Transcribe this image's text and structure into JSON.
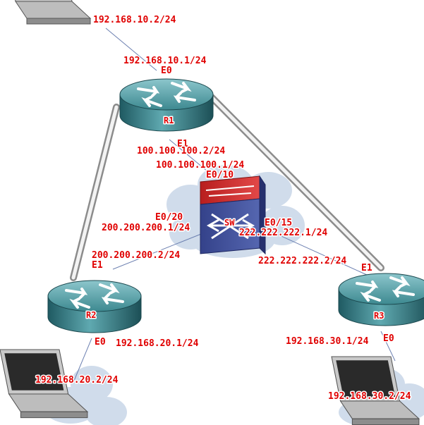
{
  "colors": {
    "label": "#e00000",
    "router": "#3f8a92",
    "switch_top": "#d52a2a",
    "switch_body": "#3b4a92",
    "cloud": "#c8d6e8"
  },
  "devices": {
    "r1": "R1",
    "r2": "R2",
    "r3": "R3",
    "sw": "SW"
  },
  "labels": {
    "pc1_ip": "192.168.10.2/24",
    "r1_e0_ip": "192.168.10.1/24",
    "r1_e0": "E0",
    "r1_e1": "E1",
    "r1_e1_ip": "100.100.100.2/24",
    "sw_e010_ip": "100.100.100.1/24",
    "sw_e010": "E0/10",
    "sw_e020": "E0/20",
    "sw_e020_ip": "200.200.200.1/24",
    "sw_e015": "E0/15",
    "sw_e015_ip": "222.222.222.1/24",
    "r2_e1_ip": "200.200.200.2/24",
    "r2_e1": "E1",
    "r3_e1_ip": "222.222.222.2/24",
    "r3_e1": "E1",
    "r2_e0": "E0",
    "r2_e0_ip": "192.168.20.1/24",
    "r3_e0_ip": "192.168.30.1/24",
    "r3_e0": "E0",
    "pc2_ip": "192.168.20.2/24",
    "pc3_ip": "192.168.30.2/24"
  }
}
